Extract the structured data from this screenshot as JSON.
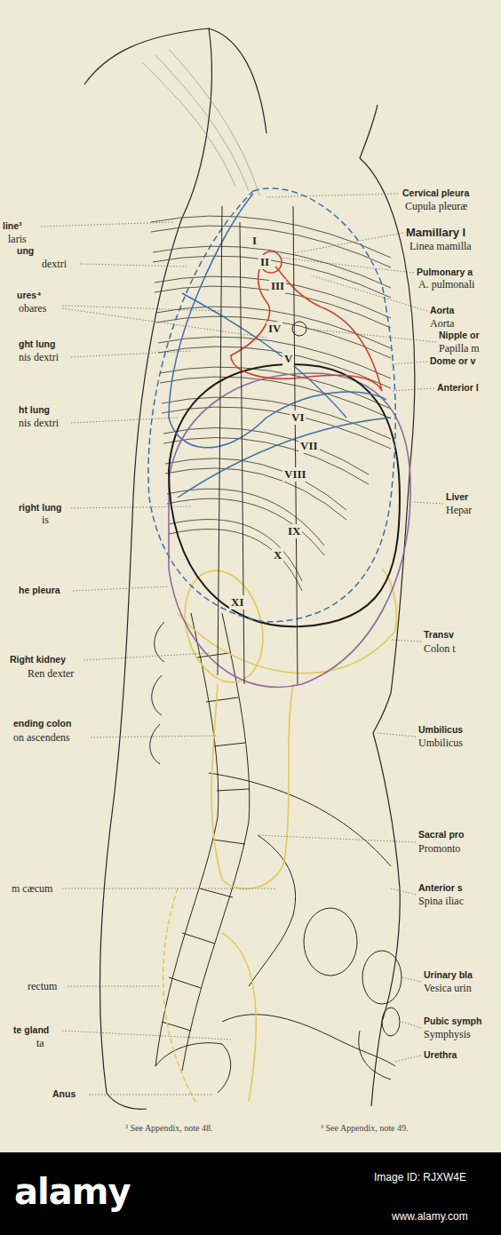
{
  "diagram": {
    "labels": [
      "Cervical pleura",
      "Cupula pleuræ",
      "line³",
      "laris",
      "Mamillary l",
      "Linea mamilla",
      "I",
      "ung",
      "II",
      "dextri",
      "Pulmonary a",
      "A. pulmonali",
      "III",
      "ures⁴",
      "obares",
      "Aorta",
      "Aorta",
      "IV",
      "Nipple or",
      "Papilla m",
      "ght lung",
      "nis dextri",
      "V",
      "Dome or v",
      "Anterior l",
      "ht lung",
      "nis dextri",
      "VI",
      "VII",
      "VIII",
      "Liver",
      "Hepar",
      "right lung",
      "is",
      "IX",
      "X",
      "he pleura",
      "XI",
      "Transv",
      "Colon t",
      "Right kidney",
      "Ren dexter",
      "ending colon",
      "on ascendens",
      "Umbilicus",
      "Umbilicus",
      "Sacral pro",
      "Promonto",
      "m cæcum",
      "Anterior s",
      "Spina iliac",
      "Urinary bla",
      "Vesica urin",
      "rectum",
      "Pubic symph",
      "te gland",
      "Symphysis",
      "ta",
      "Urethra",
      "Anus",
      "² See Appendix, note 48.",
      "³ See Appendix, note 49.",
      "alamy",
      "Image ID: RJXW4E",
      "www.alamy.com"
    ]
  }
}
